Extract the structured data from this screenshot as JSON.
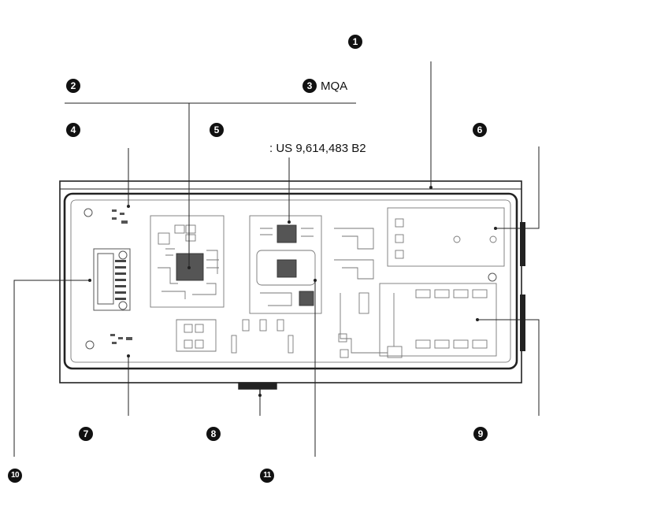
{
  "callouts": [
    {
      "id": "c1",
      "number": "1",
      "label": ""
    },
    {
      "id": "c2",
      "number": "2",
      "label": ""
    },
    {
      "id": "c3",
      "number": "3",
      "label": "MQA"
    },
    {
      "id": "c4",
      "number": "4",
      "label": ""
    },
    {
      "id": "c5",
      "number": "5",
      "label": ""
    },
    {
      "id": "c6",
      "number": "6",
      "label": ""
    },
    {
      "id": "c7",
      "number": "7",
      "label": ""
    },
    {
      "id": "c8",
      "number": "8",
      "label": ""
    },
    {
      "id": "c9",
      "number": "9",
      "label": ""
    },
    {
      "id": "c10",
      "number": "10",
      "label": ""
    },
    {
      "id": "c11",
      "number": "11",
      "label": ""
    }
  ],
  "patent_note": ": US 9,614,483 B2",
  "colors": {
    "line": "#222222",
    "trace": "#777777",
    "chip": "#333333"
  }
}
